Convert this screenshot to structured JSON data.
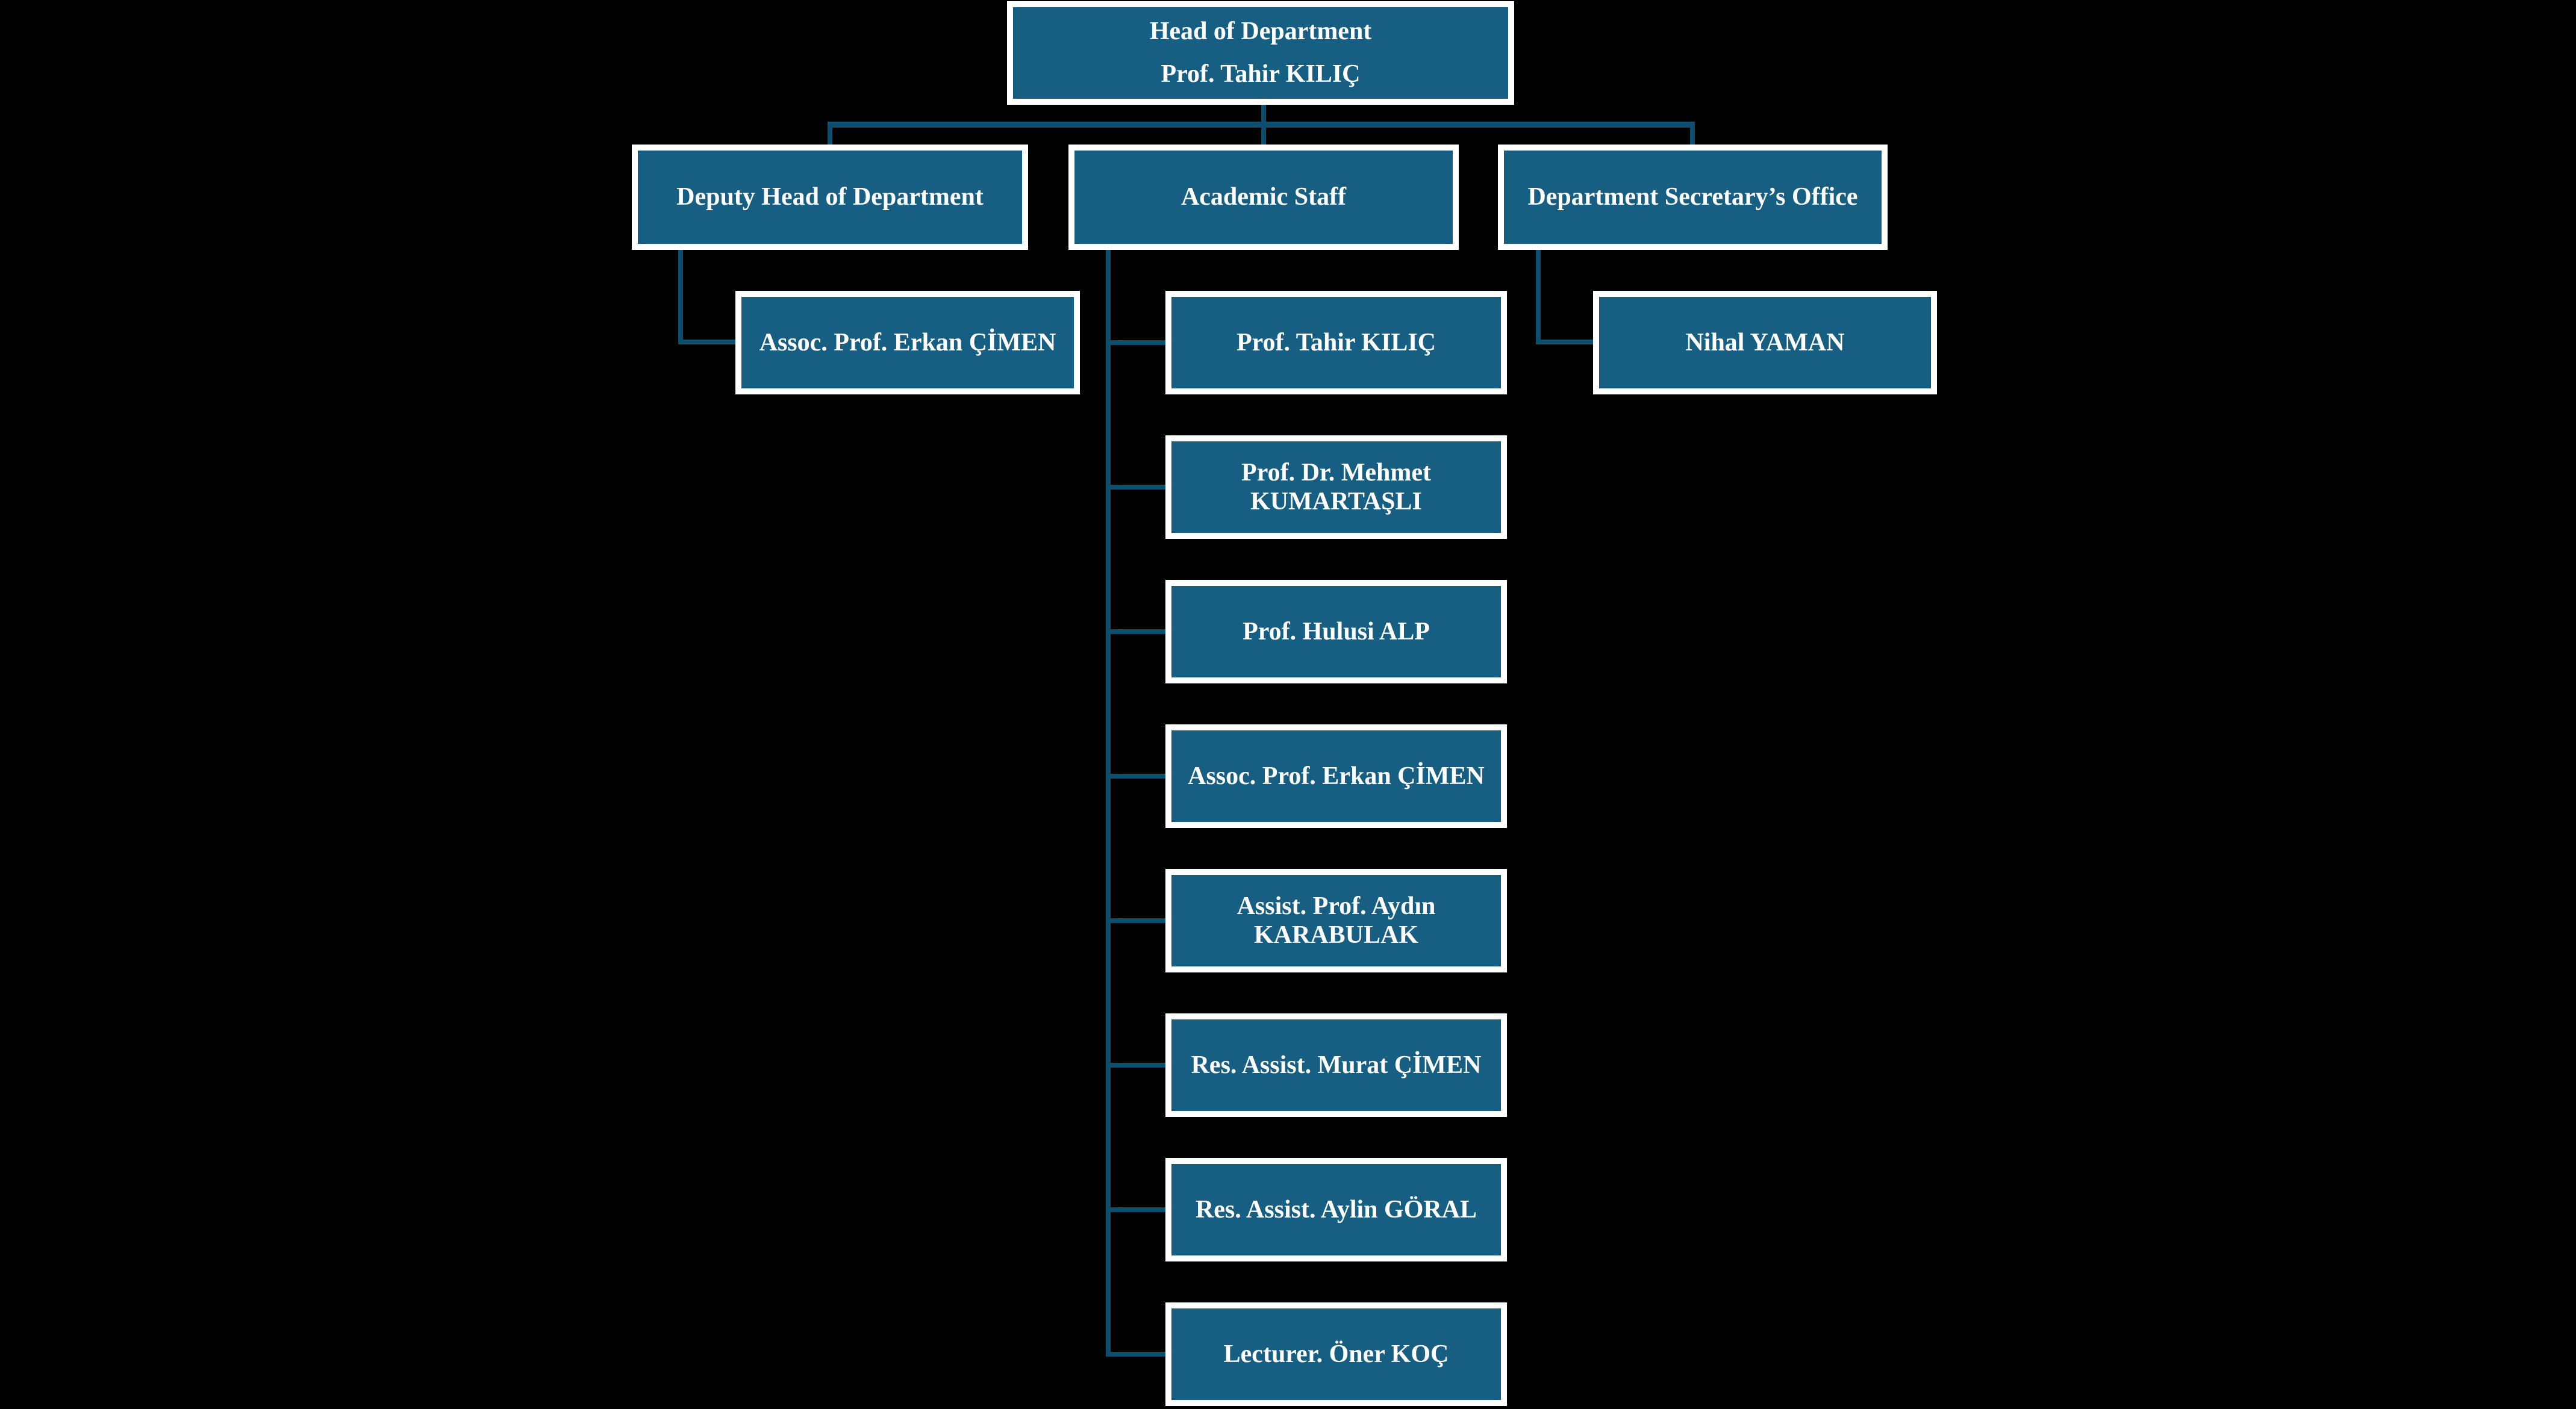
{
  "colors": {
    "background": "#000000",
    "box_fill": "#175f82",
    "box_border": "#ffffff",
    "connector": "#0d4e6d",
    "text": "#ffffff"
  },
  "org_chart": {
    "root": {
      "title": "Head of Department",
      "name": "Prof. Tahir KILIÇ"
    },
    "branches": [
      {
        "label": "Deputy Head of Department",
        "children": [
          "Assoc. Prof. Erkan ÇİMEN"
        ]
      },
      {
        "label": "Academic Staff",
        "children": [
          "Prof. Tahir KILIÇ",
          "Prof. Dr. Mehmet KUMARTAŞLI",
          "Prof. Hulusi ALP",
          "Assoc. Prof. Erkan ÇİMEN",
          "Assist. Prof. Aydın KARABULAK",
          "Res. Assist. Murat ÇİMEN",
          "Res. Assist. Aylin GÖRAL",
          "Lecturer. Öner KOÇ"
        ]
      },
      {
        "label": "Department Secretary’s Office",
        "children": [
          "Nihal YAMAN"
        ]
      }
    ]
  }
}
